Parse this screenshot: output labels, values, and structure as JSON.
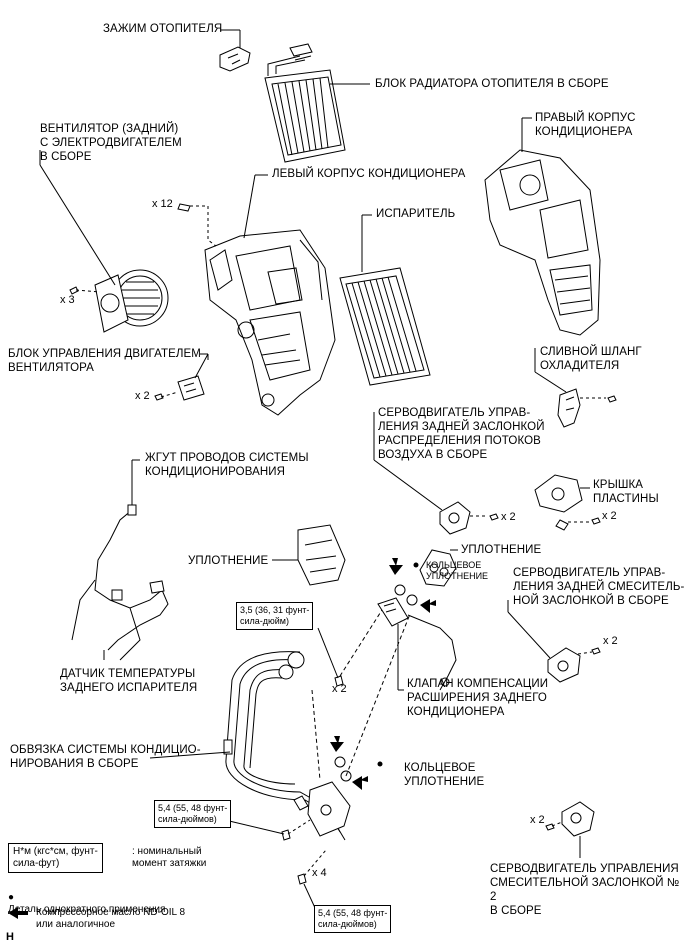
{
  "labels": {
    "heater_clamp": "ЗАЖИМ ОТОПИТЕЛЯ",
    "heater_radiator": "БЛОК РАДИАТОРА ОТОПИТЕЛЯ В СБОРЕ",
    "fan_motor": "ВЕНТИЛЯТОР (ЗАДНИЙ)\nС ЭЛЕКТРОДВИГАТЕЛЕМ\nВ СБОРЕ",
    "right_case": "ПРАВЫЙ КОРПУС\nКОНДИЦИОНЕРА",
    "left_case": "ЛЕВЫЙ КОРПУС КОНДИЦИОНЕРА",
    "evaporator": "ИСПАРИТЕЛЬ",
    "blower_control": "БЛОК УПРАВЛЕНИЯ ДВИГАТЕЛЕМ\nВЕНТИЛЯТОРА",
    "drain_hose": "СЛИВНОЙ ШЛАНГ\nОХЛАДИТЕЛЯ",
    "servo_distribution": "СЕРВОДВИГАТЕЛЬ УПРАВ-\nЛЕНИЯ ЗАДНЕЙ ЗАСЛОНКОЙ\nРАСПРЕДЕЛЕНИЯ ПОТОКОВ\nВОЗДУХА В СБОРЕ",
    "wire_harness": "ЖГУТ ПРОВОДОВ СИСТЕМЫ\nКОНДИЦИОНИРОВАНИЯ",
    "plate_cover": "КРЫШКА\nПЛАСТИНЫ",
    "seal_1": "УПЛОТНЕНИЕ",
    "seal_2": "УПЛОТНЕНИЕ",
    "o_ring_1": "КОЛЬЦЕВОЕ\nУПЛОТНЕНИЕ",
    "servo_mix_rear": "СЕРВОДВИГАТЕЛЬ УПРАВ-\nЛЕНИЯ ЗАДНЕЙ СМЕСИТЕЛЬ-\nНОЙ ЗАСЛОНКОЙ В СБОРЕ",
    "temp_sensor": "ДАТЧИК ТЕМПЕРАТУРЫ\nЗАДНЕГО ИСПАРИТЕЛЯ",
    "expansion_valve": "КЛАПАН КОМПЕНСАЦИИ\nРАСШИРЕНИЯ ЗАДНЕГО\nКОНДИЦИОНЕРА",
    "piping": "ОБВЯЗКА СИСТЕМЫ КОНДИЦИО-\nНИРОВАНИЯ В СБОРЕ",
    "o_ring_2": "КОЛЬЦЕВОЕ\nУПЛОТНЕНИЕ",
    "servo_mix_2": "СЕРВОДВИГАТЕЛЬ УПРАВЛЕНИЯ\nСМЕСИТЕЛЬНОЙ ЗАСЛОНКОЙ № 2\nВ СБОРЕ"
  },
  "torques": {
    "t1": "3,5 (36, 31 фунт-\nсила-дюйм)",
    "t2": "5,4 (55, 48 фунт-\nсила-дюймов)",
    "t3": "5,4 (55, 48 фунт-\nсила-дюймов)"
  },
  "quantities": {
    "q_x12": "x 12",
    "q_x3": "x 3",
    "q_x2_blower": "x 2",
    "q_x2_servo_dist": "x 2",
    "q_x2_cover": "x 2",
    "q_x2_servo_mix": "x 2",
    "q_x2_bolt": "x 2",
    "q_x2_servo2": "x 2",
    "q_x4": "x 4"
  },
  "legend": {
    "torque_box": "Н*м (кгс*см, фунт-\nсила-фут)",
    "torque_desc": ": номинальный\nмомент затяжки",
    "single_use": "Деталь однократного применения",
    "oil": "Компрессорное масло ND-OIL 8\nили аналогичное"
  },
  "corner_mark": "H"
}
